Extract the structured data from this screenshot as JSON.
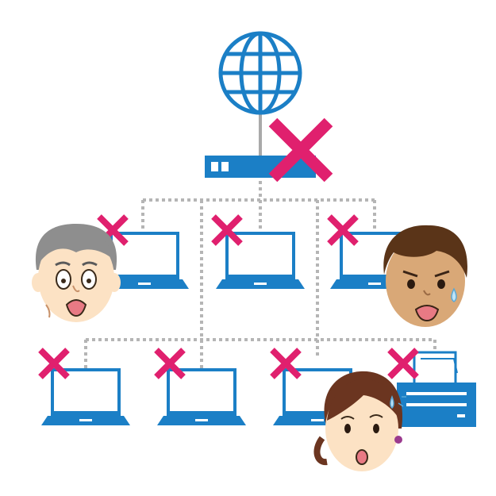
{
  "diagram": {
    "kind": "network-outage-illustration",
    "colors": {
      "device_blue": "#1B7FC6",
      "screen_white": "#FFFFFF",
      "fail_mark": "#E0206E",
      "link_dotted": "#B5B5B5",
      "uplink_solid": "#A9A9A9",
      "skin_light": "#FCE2C4",
      "skin_tan": "#D9A877",
      "hair_gray": "#8E8E8E",
      "hair_brown": "#5A3418",
      "hair_auburn": "#6B3520"
    },
    "nodes": [
      {
        "id": "internet",
        "icon": "globe-icon",
        "status": "ok"
      },
      {
        "id": "router",
        "icon": "router-icon",
        "status": "failed"
      },
      {
        "id": "pc-top-1",
        "icon": "laptop-icon",
        "status": "failed"
      },
      {
        "id": "pc-top-2",
        "icon": "laptop-icon",
        "status": "failed"
      },
      {
        "id": "pc-top-3",
        "icon": "laptop-icon",
        "status": "failed"
      },
      {
        "id": "pc-bottom-1",
        "icon": "laptop-icon",
        "status": "failed"
      },
      {
        "id": "pc-bottom-2",
        "icon": "laptop-icon",
        "status": "failed"
      },
      {
        "id": "pc-bottom-3",
        "icon": "laptop-icon",
        "status": "failed"
      },
      {
        "id": "printer",
        "icon": "printer-icon",
        "status": "failed"
      }
    ],
    "people": [
      {
        "id": "elderly-man",
        "expression": "shocked"
      },
      {
        "id": "young-man",
        "expression": "worried"
      },
      {
        "id": "woman",
        "expression": "surprised"
      }
    ]
  }
}
